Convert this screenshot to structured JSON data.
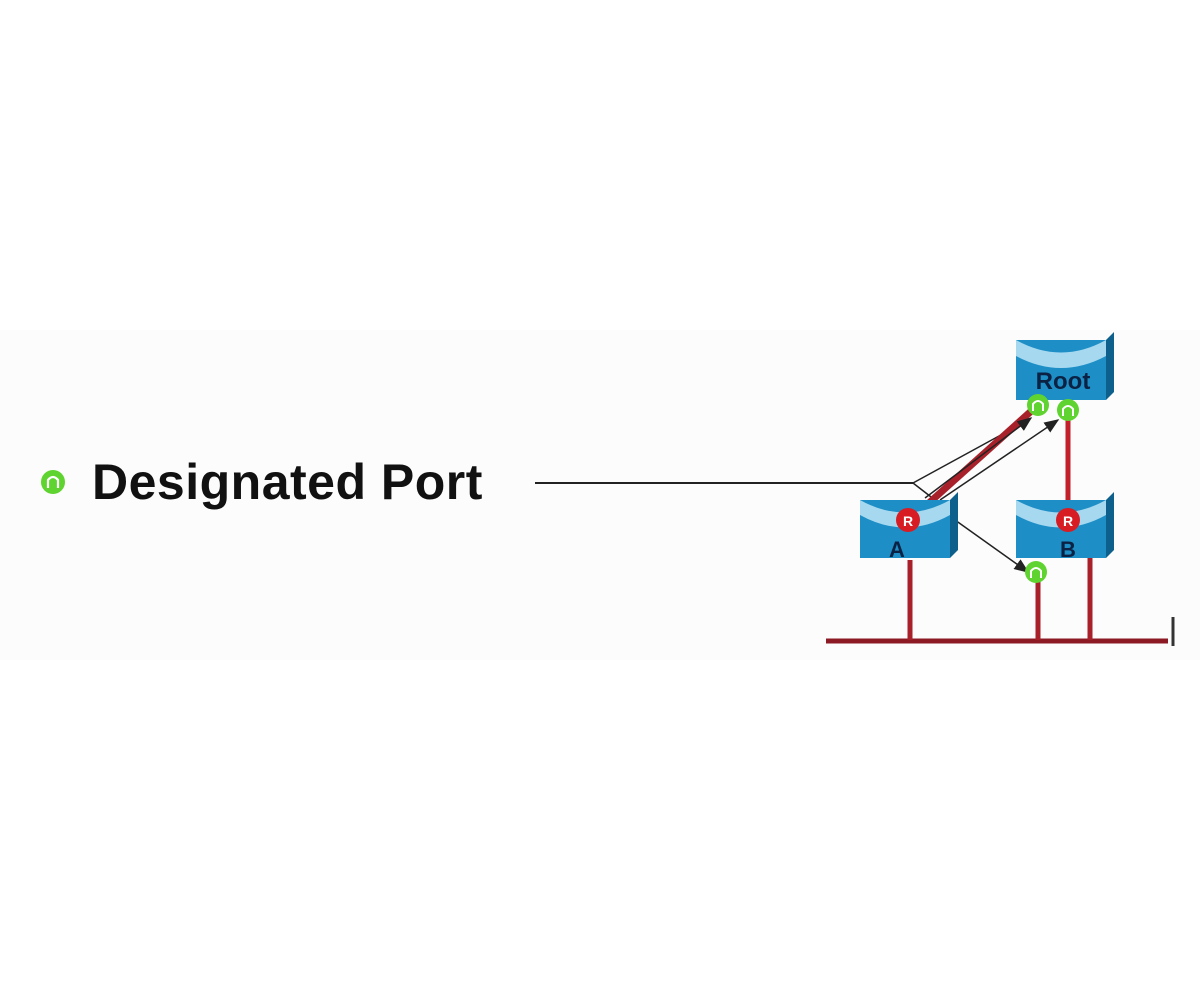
{
  "legend": {
    "label": "Designated Port",
    "icon": "designated-port-icon",
    "color": "#5fd32f"
  },
  "switches": {
    "root": {
      "label": "Root"
    },
    "a": {
      "label": "A"
    },
    "b": {
      "label": "B"
    }
  },
  "ports": {
    "root_letter": "R",
    "designated_color": "#5fd32f",
    "root_color": "#d81c24"
  },
  "colors": {
    "switch_body": "#1d8fc6",
    "switch_top": "#a6d8f0",
    "link": "#a8212a",
    "segment": "#8b1a24",
    "arrow": "#222222"
  }
}
